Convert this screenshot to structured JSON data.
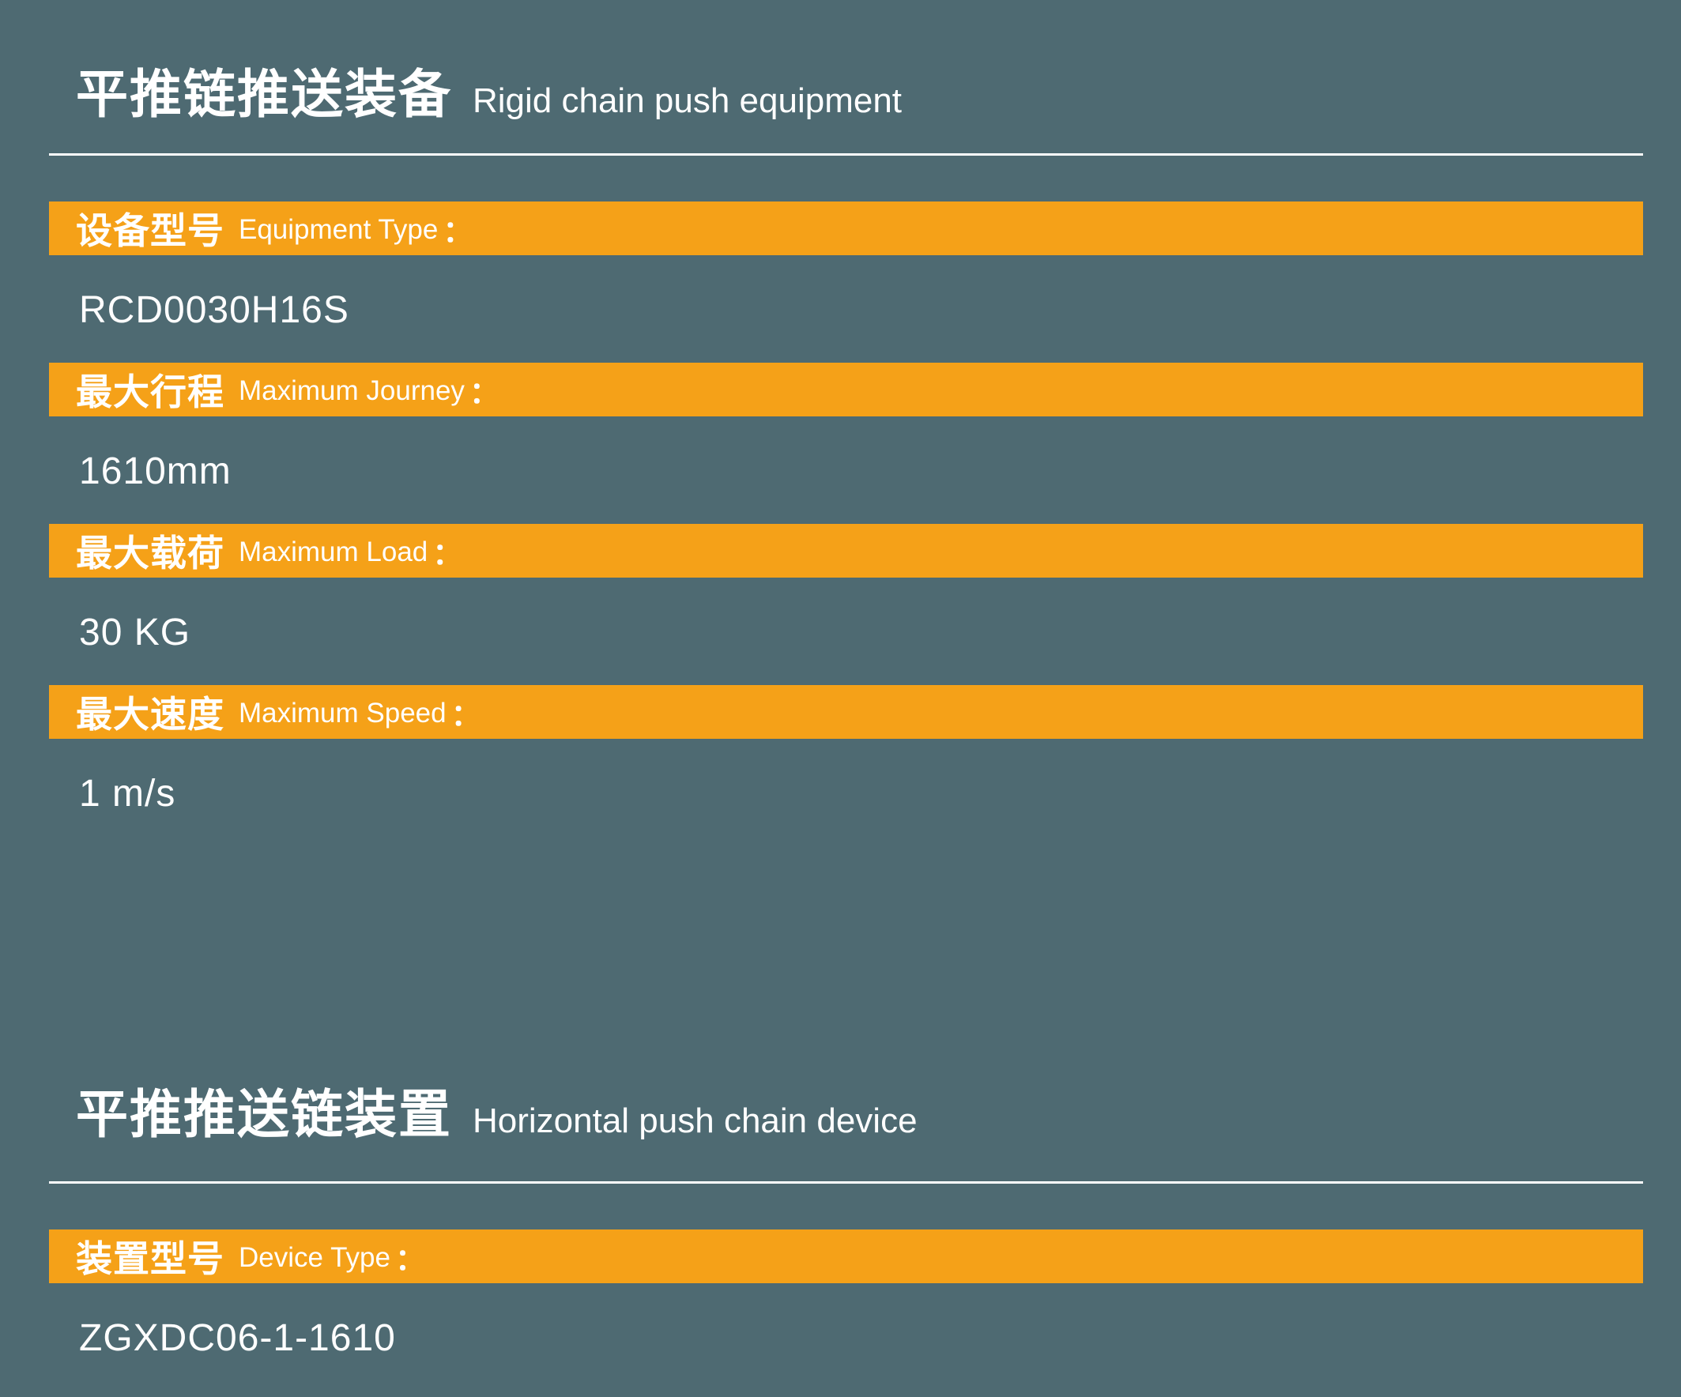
{
  "page": {
    "background_color": "#4E6A72",
    "accent_color": "#F5A118",
    "text_color": "#FFFFFF"
  },
  "ui": {
    "colon": "："
  },
  "sections": [
    {
      "title_zh": "平推链推送装备",
      "title_en": "Rigid chain push equipment",
      "fields": [
        {
          "label_zh": "设备型号",
          "label_en": "Equipment Type",
          "value": "RCD0030H16S"
        },
        {
          "label_zh": "最大行程",
          "label_en": "Maximum Journey",
          "value": "1610mm"
        },
        {
          "label_zh": "最大载荷",
          "label_en": "Maximum Load",
          "value": "30 KG"
        },
        {
          "label_zh": "最大速度",
          "label_en": "Maximum Speed",
          "value": "1 m/s"
        }
      ]
    },
    {
      "title_zh": "平推推送链装置",
      "title_en": "Horizontal push chain device",
      "fields": [
        {
          "label_zh": "装置型号",
          "label_en": "Device Type",
          "value": "ZGXDC06-1-1610"
        }
      ]
    }
  ]
}
